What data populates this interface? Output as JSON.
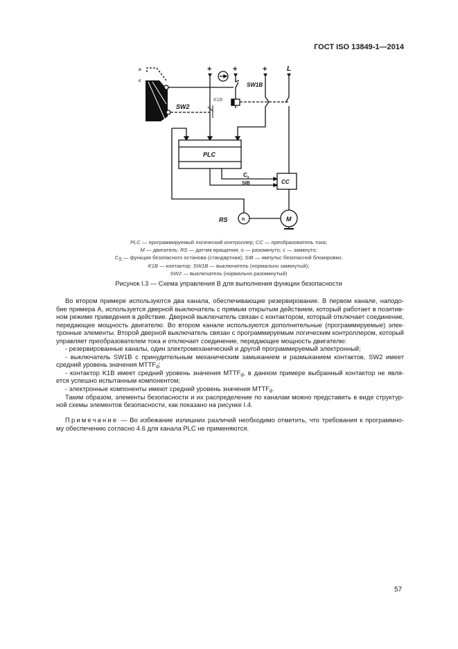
{
  "header": {
    "standard": "ГОСТ ISO 13849-1—2014"
  },
  "figure": {
    "labels": {
      "o": "o",
      "c": "c",
      "plus": "+",
      "L": "L",
      "SW1B": "SW1B",
      "K1B": "K1B",
      "SW2": "SW2",
      "PLC": "PLC",
      "Cs": "C",
      "Cs_sub": "s",
      "SIB": "SIB",
      "CC": "CC",
      "RS": "RS",
      "n": "n",
      "M": "M"
    },
    "legend": [
      [
        {
          "i": "PLC"
        },
        {
          "t": " — программируемый логический контроллер; "
        },
        {
          "i": "CC"
        },
        {
          "t": " — преобразователь тока;"
        }
      ],
      [
        {
          "i": "M"
        },
        {
          "t": " — двигатель; "
        },
        {
          "i": "RS"
        },
        {
          "t": " — датчик вращения; "
        },
        {
          "i": "o"
        },
        {
          "t": " — разомкнуто; "
        },
        {
          "i": "c"
        },
        {
          "t": " — замкнуто;"
        }
      ],
      [
        {
          "i": "C"
        },
        {
          "sub": "S"
        },
        {
          "t": " — функция безопасного останова (стандартная); "
        },
        {
          "i": "SIB"
        },
        {
          "t": " — импульс безопасной блокировки;"
        }
      ],
      [
        {
          "i": "K1B"
        },
        {
          "t": " — контактор; "
        },
        {
          "i": "SW1B"
        },
        {
          "t": " — выключатель (нормально замкнутый);"
        }
      ],
      [
        {
          "i": "SW2"
        },
        {
          "t": " — выключатель (нормально разомкнутый)"
        }
      ]
    ],
    "caption": "Рисунок I.3 — Схема управления В для выполнения функции безопасности"
  },
  "body": {
    "lines": [
      {
        "cls": "j ind",
        "parts": [
          {
            "t": "Во втором примере используются два канала, обеспечивающие резервирование. В первом канале, наподо-"
          }
        ]
      },
      {
        "cls": "j",
        "parts": [
          {
            "t": "бие примера А, используется дверной выключатель с прямым открытым действием, который работает в позитив-"
          }
        ]
      },
      {
        "cls": "j",
        "parts": [
          {
            "t": "ном режиме приведения в действие. Дверной выключатель связан с контактором, который отключает соединение,"
          }
        ]
      },
      {
        "cls": "j",
        "parts": [
          {
            "t": "передающее мощность двигателю. Во втором канале используются дополнительные (программируемые) элек-"
          }
        ]
      },
      {
        "cls": "j",
        "parts": [
          {
            "t": "тронные элементы. Второй дверной выключатель связан с программируемым логическим контроллером, который"
          }
        ]
      },
      {
        "cls": "",
        "parts": [
          {
            "t": "управляет преобразователем тока и отключает соединение, передающее мощность двигателю:"
          }
        ]
      },
      {
        "cls": "ind",
        "parts": [
          {
            "t": "- резервированные каналы, один электромеханический и другой программируемый электронный;"
          }
        ]
      },
      {
        "cls": "j ind",
        "parts": [
          {
            "t": "- выключатель SW1B с принудительным механическим замыканием и размыканием контактов, SW2 имеет"
          }
        ]
      },
      {
        "cls": "",
        "parts": [
          {
            "t": "средний уровень значения MTTF"
          },
          {
            "sub": "d"
          },
          {
            "t": ";"
          }
        ]
      },
      {
        "cls": "j ind",
        "parts": [
          {
            "t": "- контактор K1B имеет средний уровень значения MTTF"
          },
          {
            "sub": "d"
          },
          {
            "t": ", в данном примере выбранный контактор не явля-"
          }
        ]
      },
      {
        "cls": "",
        "parts": [
          {
            "t": "ется успешно испытанным компонентом;"
          }
        ]
      },
      {
        "cls": "ind",
        "parts": [
          {
            "t": "- электронные компоненты имеют средний уровень значения MTTF"
          },
          {
            "sub": "d"
          },
          {
            "t": "."
          }
        ]
      },
      {
        "cls": "j ind",
        "parts": [
          {
            "t": "Таким образом, элементы безопасности и их распределение по каналам можно представить в виде структур-"
          }
        ]
      },
      {
        "cls": "",
        "parts": [
          {
            "t": "ной схемы элементов безопасности, как показано на рисунке I.4."
          }
        ]
      },
      {
        "cls": "j ind gap",
        "parts": [
          {
            "sp": "Примечание"
          },
          {
            "t": " — Во избежание излишних различий необходимо отметить, что требования к программно-"
          }
        ]
      },
      {
        "cls": "",
        "parts": [
          {
            "t": "му обеспечению согласно 4.6 для канала PLC не применяются."
          }
        ]
      }
    ]
  },
  "footer": {
    "page_number": "57"
  }
}
